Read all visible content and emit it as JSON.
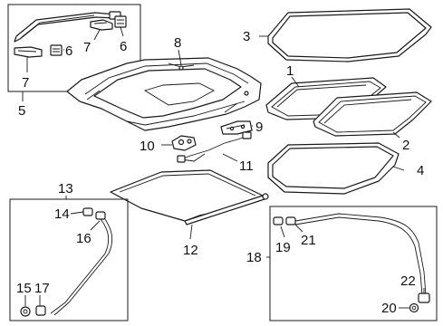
{
  "diagram": {
    "callouts": {
      "c1": "1",
      "c2": "2",
      "c3": "3",
      "c4": "4",
      "c5": "5",
      "c6a": "6",
      "c6b": "6",
      "c7a": "7",
      "c7b": "7",
      "c8": "8",
      "c9": "9",
      "c10": "10",
      "c11": "11",
      "c12": "12",
      "c13": "13",
      "c14": "14",
      "c15": "15",
      "c16": "16",
      "c17": "17",
      "c18": "18",
      "c19": "19",
      "c20": "20",
      "c21": "21",
      "c22": "22"
    }
  }
}
